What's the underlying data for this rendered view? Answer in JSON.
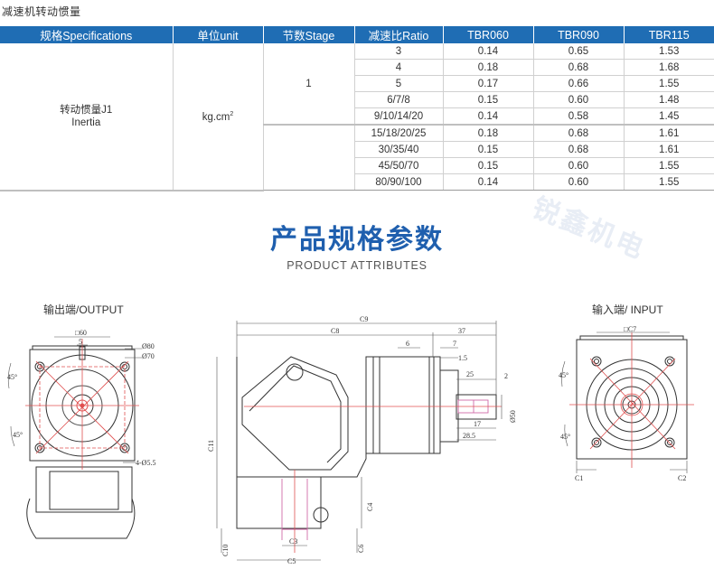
{
  "page_title": "减速机转动惯量",
  "table": {
    "headers": [
      "规格Specifications",
      "单位unit",
      "节数Stage",
      "减速比Ratio",
      "TBR060",
      "TBR090",
      "TBR115"
    ],
    "spec_name": "转动惯量J1",
    "spec_name_en": "Inertia",
    "unit": "kg.cm",
    "unit_sup": "2",
    "stage": "1",
    "rows": [
      {
        "ratio": "3",
        "v1": "0.14",
        "v2": "0.65",
        "v3": "1.53"
      },
      {
        "ratio": "4",
        "v1": "0.18",
        "v2": "0.68",
        "v3": "1.68"
      },
      {
        "ratio": "5",
        "v1": "0.17",
        "v2": "0.66",
        "v3": "1.55"
      },
      {
        "ratio": "6/7/8",
        "v1": "0.15",
        "v2": "0.60",
        "v3": "1.48"
      },
      {
        "ratio": "9/10/14/20",
        "v1": "0.14",
        "v2": "0.58",
        "v3": "1.45"
      },
      {
        "ratio": "15/18/20/25",
        "v1": "0.18",
        "v2": "0.68",
        "v3": "1.61"
      },
      {
        "ratio": "30/35/40",
        "v1": "0.15",
        "v2": "0.68",
        "v3": "1.61"
      },
      {
        "ratio": "45/50/70",
        "v1": "0.15",
        "v2": "0.60",
        "v3": "1.55"
      },
      {
        "ratio": "80/90/100",
        "v1": "0.14",
        "v2": "0.60",
        "v3": "1.55"
      }
    ]
  },
  "section": {
    "title": "产品规格参数",
    "subtitle": "PRODUCT ATTRIBUTES"
  },
  "watermark": "锐鑫机电",
  "drawings": {
    "output_label": "输出端/OUTPUT",
    "input_label": "输入端/ INPUT",
    "output": {
      "square": "□60",
      "d80": "Ø80",
      "d70": "Ø70",
      "hole": "4-Ø5.5",
      "angle": "45°",
      "key": "5"
    },
    "side": {
      "c9": "C9",
      "c8": "C8",
      "d37": "37",
      "d6": "6",
      "d7": "7",
      "d15": "1.5",
      "d25": "25",
      "d2": "2",
      "d50": "Ø50",
      "d17": "17",
      "d285": "28.5",
      "c11": "C11",
      "c4": "C4",
      "c10": "C10",
      "c3": "C3",
      "c6": "C6",
      "c5": "C5"
    },
    "input": {
      "square": "□C7",
      "angle": "45°",
      "c1": "C1",
      "c2": "C2"
    }
  }
}
